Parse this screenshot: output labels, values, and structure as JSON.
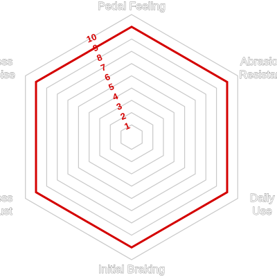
{
  "chart_data": {
    "type": "radar",
    "axes": [
      "Pedal Feeling",
      "Abrasion Resistant",
      "Daily Use",
      "Initial Braking",
      "Less Dust",
      "Less Noise"
    ],
    "axis_label_lines": [
      [
        "Pedal Feeling"
      ],
      [
        "Abrasion",
        "Resistant"
      ],
      [
        "Daily",
        "Use"
      ],
      [
        "Initial Braking"
      ],
      [
        "Less",
        "Dust"
      ],
      [
        "Less",
        "Noise"
      ]
    ],
    "ticks": [
      "1",
      "2",
      "3",
      "4",
      "5",
      "6",
      "7",
      "8",
      "9",
      "10"
    ],
    "range": [
      0,
      10
    ],
    "series": [
      {
        "values": [
          9,
          9,
          9,
          9,
          9,
          9
        ]
      }
    ],
    "grid": true
  },
  "colors": {
    "series": "#d40000",
    "grid": "#c8c8c8",
    "tick_labels": "#d40000",
    "axis_labels": "#ffffff"
  }
}
